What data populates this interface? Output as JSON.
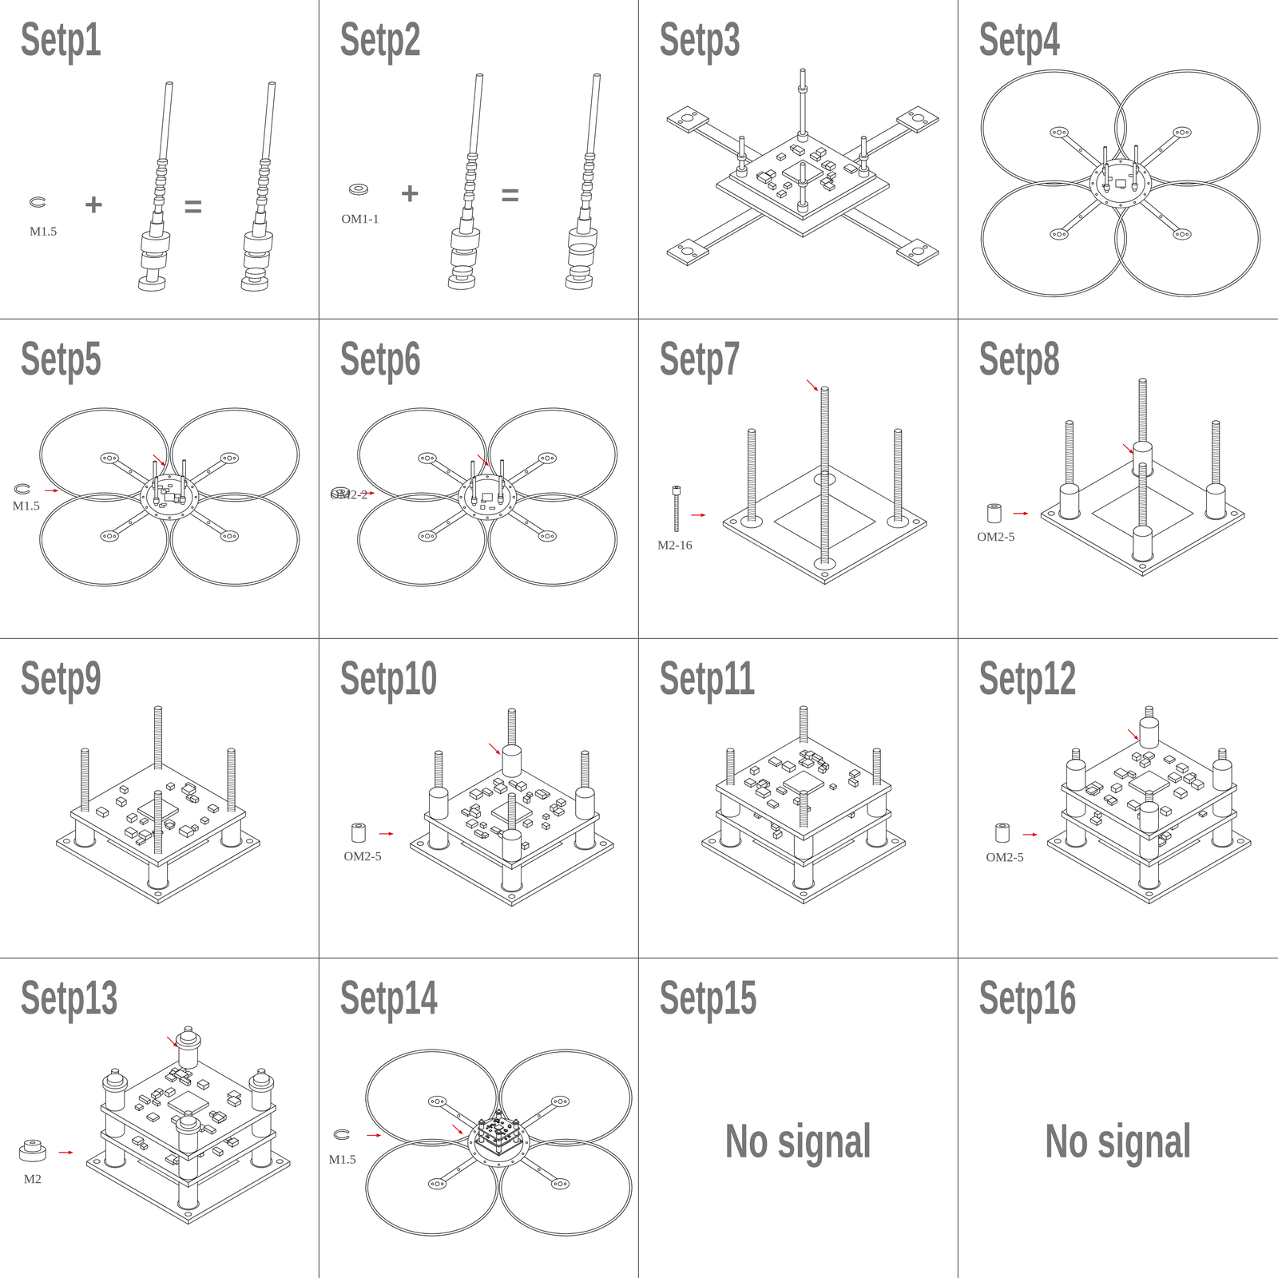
{
  "diagram": {
    "nodes": [
      {
        "text": [
          "Setp1"
        ]
      },
      {
        "text": [
          "Setp2"
        ]
      },
      {
        "text": [
          "Setp3"
        ]
      },
      {
        "text": [
          "Setp4"
        ]
      },
      {
        "text": [
          "Setp5"
        ]
      },
      {
        "text": [
          "Setp6"
        ]
      },
      {
        "text": [
          "Setp7"
        ]
      },
      {
        "text": [
          "Setp8"
        ]
      },
      {
        "text": [
          "Setp9"
        ]
      },
      {
        "text": [
          "Setp10"
        ]
      },
      {
        "text": [
          "Setp11"
        ]
      },
      {
        "text": [
          "Setp12"
        ]
      },
      {
        "text": [
          "Setp13"
        ]
      },
      {
        "text": [
          "Setp14"
        ]
      },
      {
        "text": [
          "Setp15",
          "No signal"
        ]
      },
      {
        "text": [
          "Setp16",
          "No signal"
        ]
      }
    ],
    "labels": [
      "M1.5",
      "+",
      "=",
      "OM1-1",
      "+",
      "=",
      "M1.5",
      "OM2-2",
      "M2-16",
      "OM2-5",
      "OM2-5",
      "OM2-5",
      "M2",
      "M1.5"
    ]
  }
}
